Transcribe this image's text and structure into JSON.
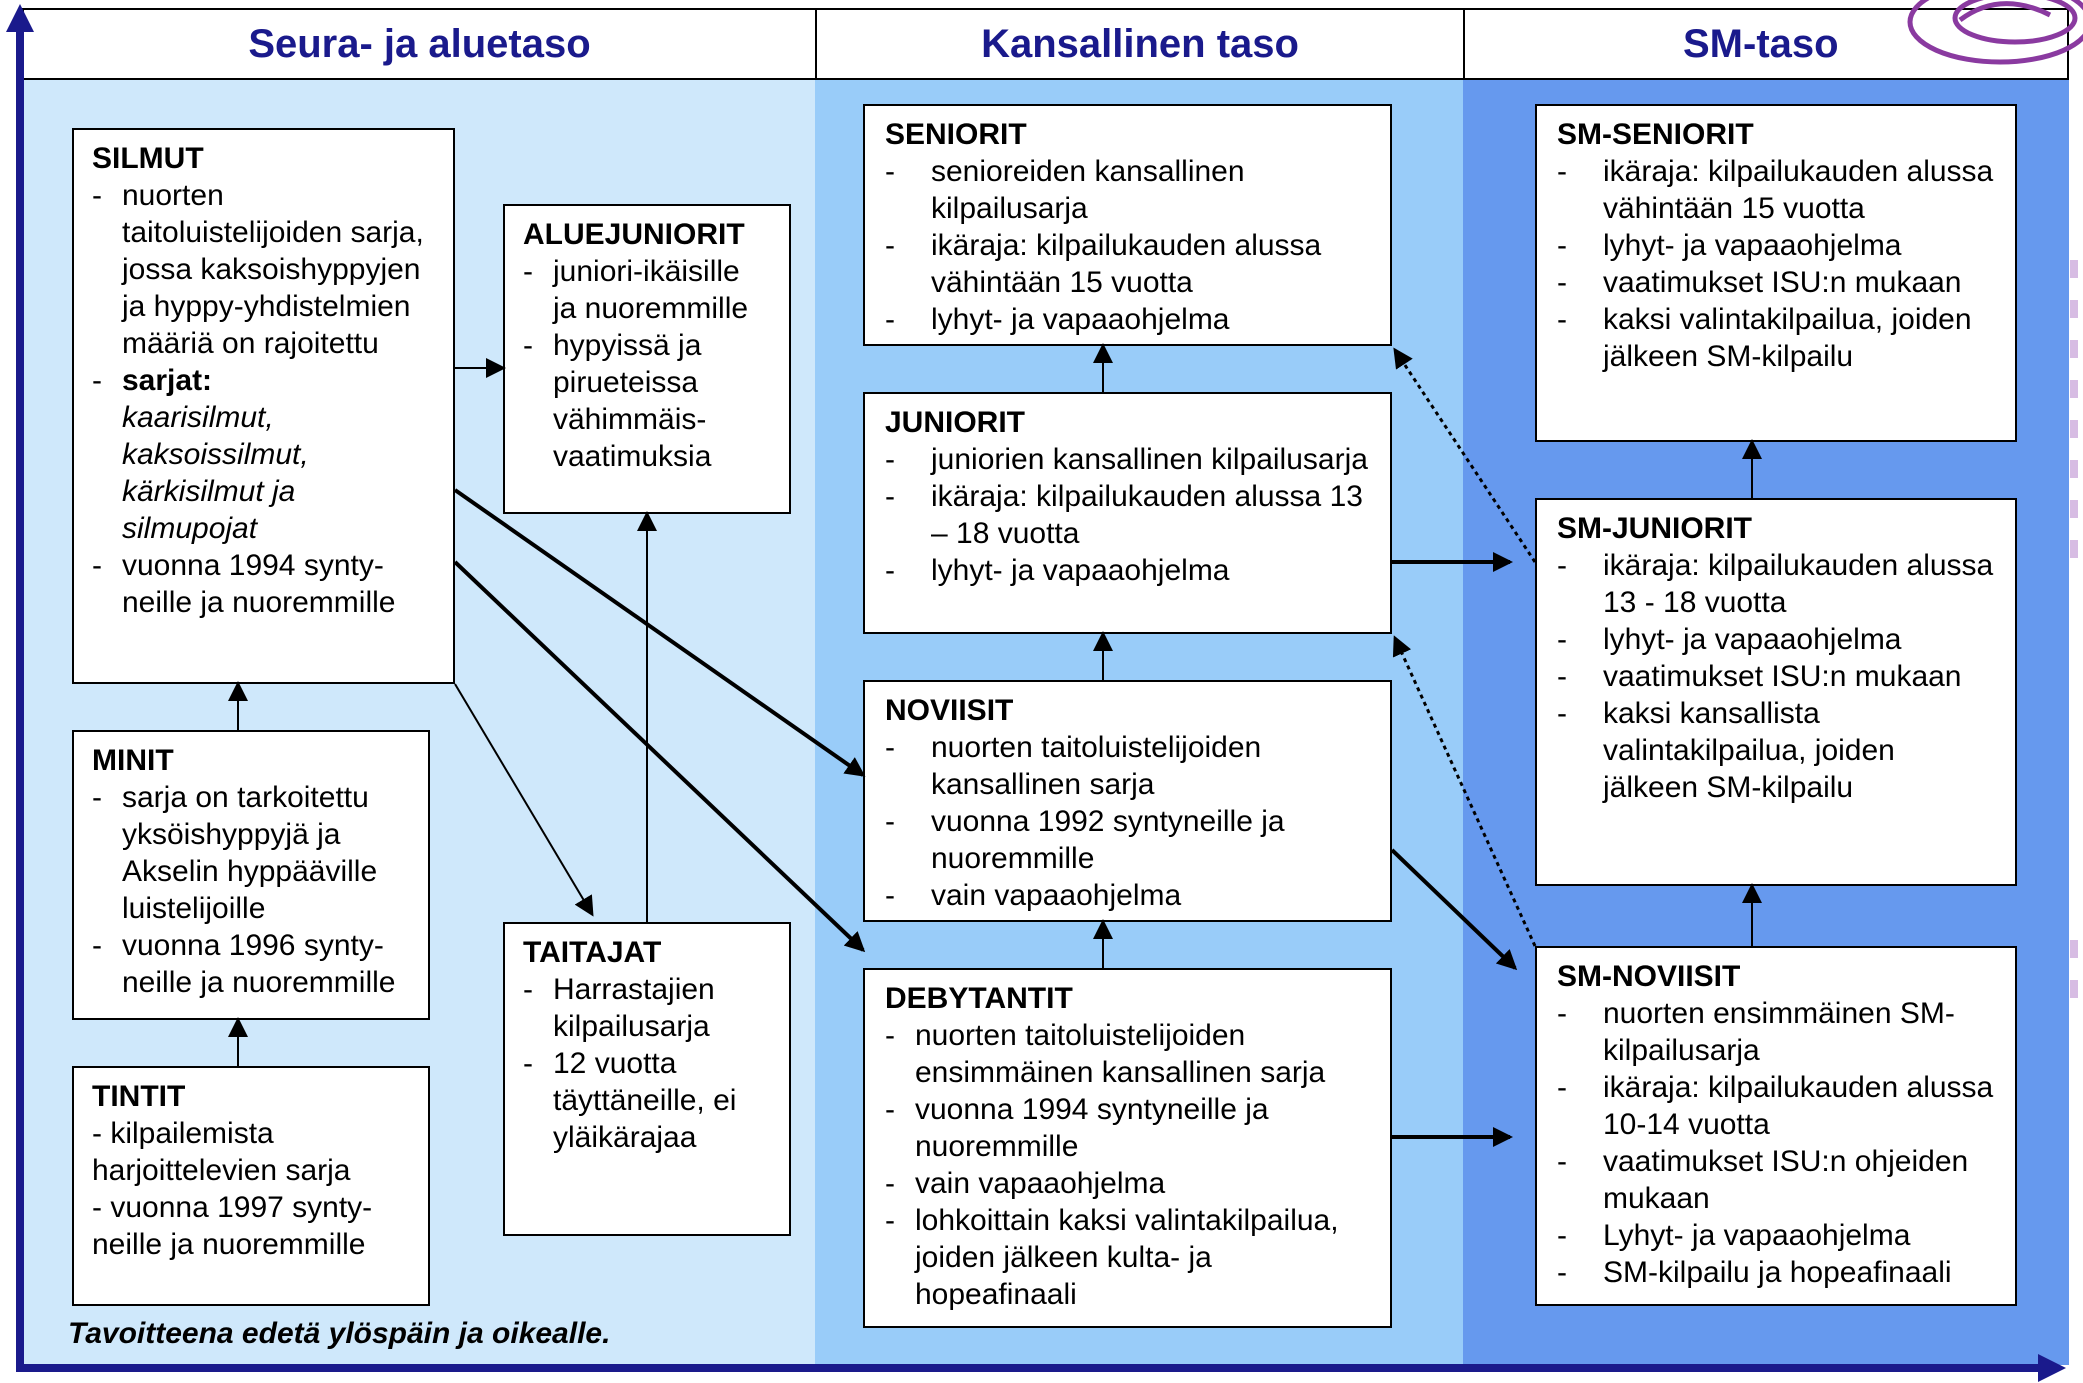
{
  "headers": {
    "col1": "Seura- ja aluetaso",
    "col2": "Kansallinen taso",
    "col3": "SM-taso"
  },
  "colors": {
    "col1_bg": "#cfe8fb",
    "col2_bg": "#99ccf9",
    "col3_bg": "#6699ee",
    "header_text": "#1a1a8c",
    "axis": "#1a1a8c"
  },
  "boxes": {
    "silmut": {
      "title": "SILMUT",
      "item1": "nuorten taitoluistelijoiden sarja, jossa kaksoishyppyjen ja hyppy-yhdistelmien määriä on rajoitettu",
      "item2_label": "sarjat:",
      "item2_italic": "kaarisilmut, kaksoissilmut, kärkisilmut ja silmupojat",
      "item3": "vuonna 1994 synty-neille ja nuoremmille"
    },
    "minit": {
      "title": "MINIT",
      "item1": "sarja on tarkoitettu yksöishyppyjä ja Akselin hyppääville luistelijoille",
      "item2": "vuonna 1996 synty-neille ja nuoremmille"
    },
    "tintit": {
      "title": "TINTIT",
      "line1": "- kilpailemista harjoittelevien sarja",
      "line2": "- vuonna 1997 synty-neille ja nuoremmille"
    },
    "aluejuniorit": {
      "title": "ALUEJUNIORIT",
      "item1": "juniori-ikäisille ja nuoremmille",
      "item2": "hypyissä ja pirueteissa vähimmäis-vaatimuksia"
    },
    "taitajat": {
      "title": "TAITAJAT",
      "item1": "Harrastajien kilpailusarja",
      "item2": "12 vuotta täyttäneille, ei yläikärajaa"
    },
    "seniorit": {
      "title": "SENIORIT",
      "item1": "senioreiden kansallinen kilpailusarja",
      "item2": "ikäraja: kilpailukauden alussa vähintään 15 vuotta",
      "item3": " lyhyt- ja vapaaohjelma"
    },
    "juniorit": {
      "title": "JUNIORIT",
      "item1": "juniorien kansallinen kilpailusarja",
      "item2": "ikäraja: kilpailukauden alussa 13 – 18 vuotta",
      "item3": "lyhyt- ja vapaaohjelma"
    },
    "noviisit": {
      "title": "NOVIISIT",
      "item1": "nuorten taitoluistelijoiden kansallinen sarja",
      "item2": "vuonna 1992 syntyneille ja nuoremmille",
      "item3": "vain vapaaohjelma"
    },
    "debytantit": {
      "title": "DEBYTANTIT",
      "item1": "nuorten taitoluistelijoiden ensimmäinen kansallinen sarja",
      "item2": "vuonna 1994 syntyneille ja nuoremmille",
      "item3": "vain vapaaohjelma",
      "item4": "lohkoittain kaksi valintakilpailua, joiden jälkeen kulta- ja hopeafinaali"
    },
    "sm_seniorit": {
      "title": "SM-SENIORIT",
      "item1": "ikäraja: kilpailukauden alussa vähintään 15 vuotta",
      "item2": "lyhyt- ja vapaaohjelma",
      "item3": "vaatimukset ISU:n mukaan",
      "item4": "kaksi valintakilpailua, joiden jälkeen SM-kilpailu"
    },
    "sm_juniorit": {
      "title": "SM-JUNIORIT",
      "item1": "ikäraja: kilpailukauden alussa 13 - 18 vuotta",
      "item2": "lyhyt- ja vapaaohjelma",
      "item3": "vaatimukset ISU:n mukaan",
      "item4": "kaksi kansallista valintakilpailua, joiden jälkeen SM-kilpailu"
    },
    "sm_noviisit": {
      "title": "SM-NOVIISIT",
      "item1": "nuorten ensimmäinen SM-kilpailusarja",
      "item2": "ikäraja: kilpailukauden alussa 10-14 vuotta",
      "item3": "vaatimukset ISU:n ohjeiden mukaan",
      "item4": "Lyhyt- ja vapaaohjelma",
      "item5": "SM-kilpailu ja hopeafinaali"
    }
  },
  "footer": "Tavoitteena edetä ylöspäin ja oikealle."
}
